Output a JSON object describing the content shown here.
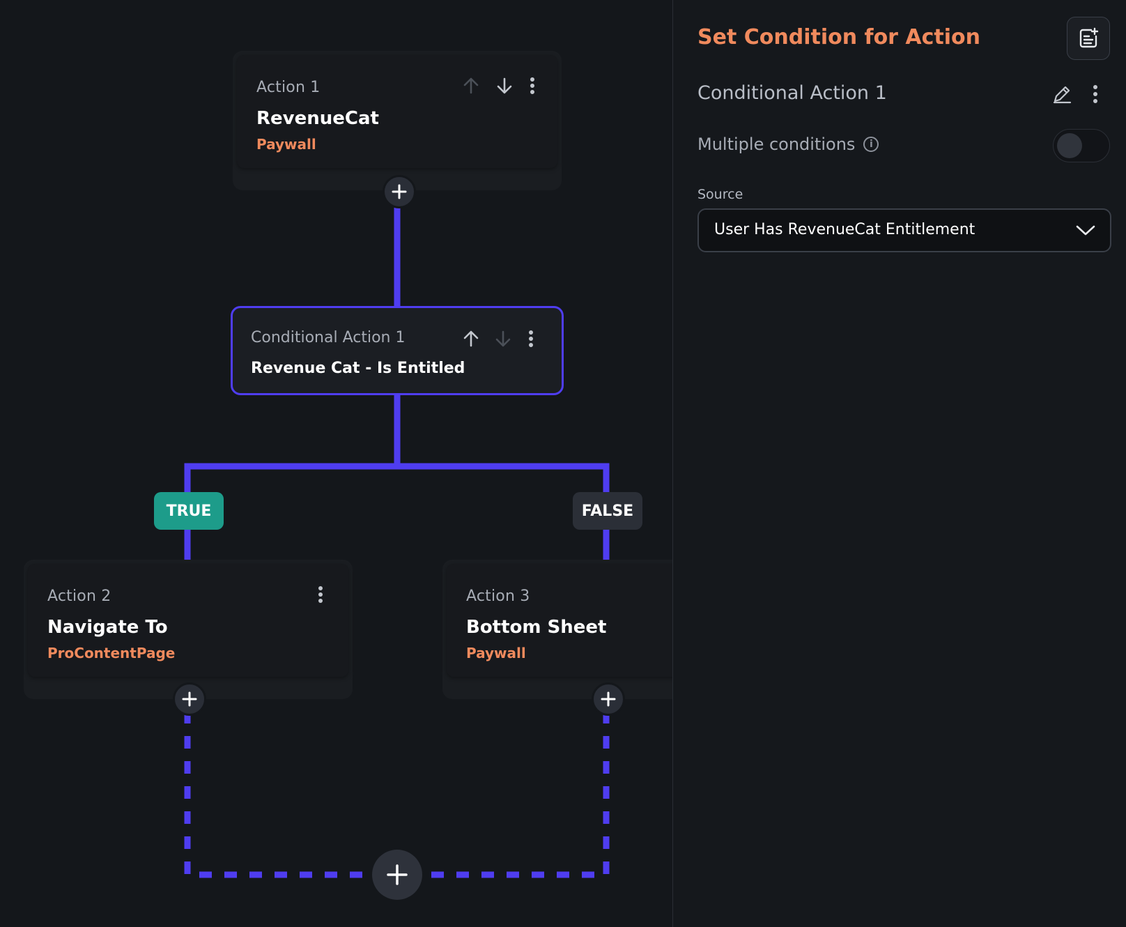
{
  "canvas": {
    "nodes": [
      {
        "label": "Action 1",
        "title": "RevenueCat",
        "subtitle": "Paywall"
      },
      {
        "label": "Action 2",
        "title": "Navigate To",
        "subtitle": "ProContentPage"
      },
      {
        "label": "Action 3",
        "title": "Bottom Sheet",
        "subtitle": "Paywall"
      }
    ],
    "conditional": {
      "label": "Conditional Action 1",
      "title": "Revenue Cat - Is Entitled"
    },
    "branches": {
      "true_label": "TRUE",
      "false_label": "FALSE"
    }
  },
  "panel": {
    "title": "Set Condition for Action",
    "action_name": "Conditional Action 1",
    "multiple_conditions_label": "Multiple conditions",
    "multiple_conditions_enabled": false,
    "source_label": "Source",
    "source_value": "User Has RevenueCat Entitlement"
  },
  "colors": {
    "accent": "#4f3df0",
    "highlight": "#f08a5d",
    "true_badge": "#1d9c8a",
    "false_badge": "#2b2f37",
    "background": "#14171b"
  },
  "icons": [
    "arrow-up-icon",
    "arrow-down-icon",
    "more-vertical-icon",
    "plus-icon",
    "edit-pencil-icon",
    "info-icon",
    "chevron-down-icon",
    "notes-add-icon"
  ]
}
